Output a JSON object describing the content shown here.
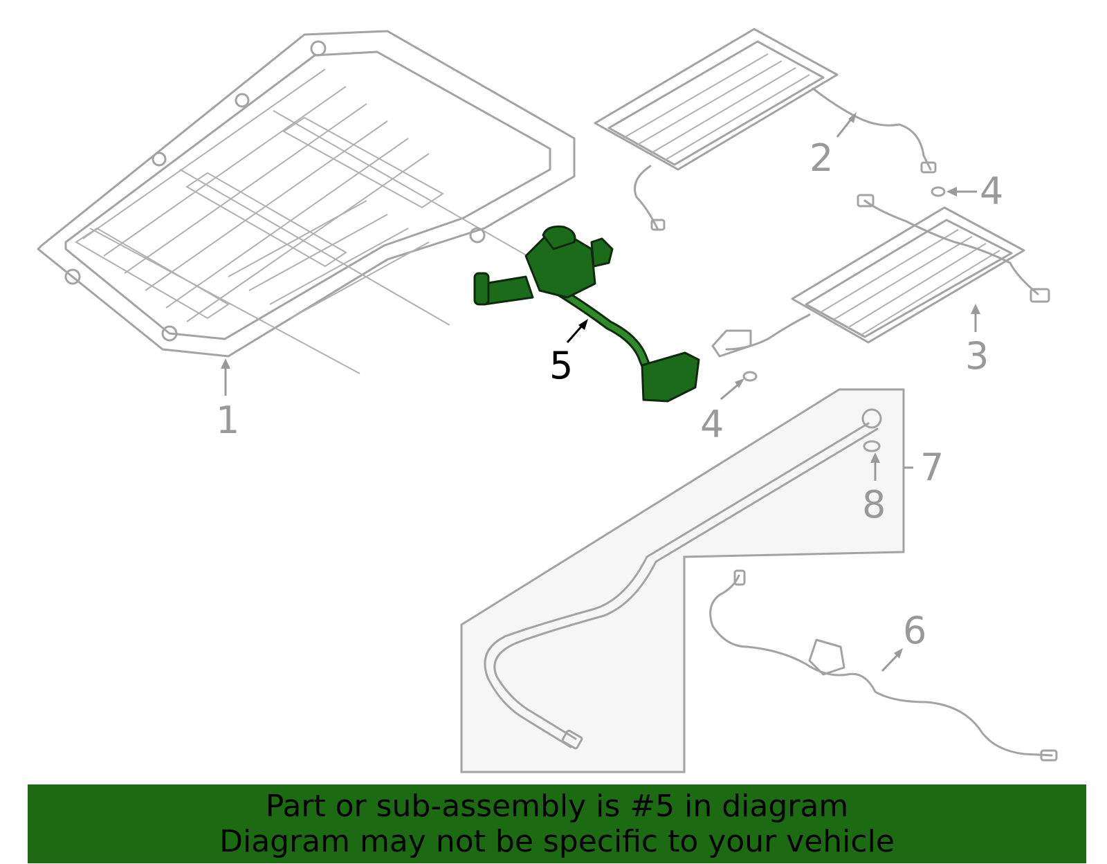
{
  "callouts": {
    "c1": "1",
    "c2": "2",
    "c3": "3",
    "c4a": "4",
    "c4b": "4",
    "c5": "5",
    "c6": "6",
    "c7": "7",
    "c8": "8"
  },
  "banner": {
    "line1": "Part or sub-assembly is #5 in diagram",
    "line2": "Diagram may not be specific to your vehicle"
  },
  "colors": {
    "highlight_part": "#1b6b1b",
    "banner_background": "#1c6b12",
    "outline": "#a3a3a3",
    "callout_gray": "#999999"
  },
  "highlighted_part": "5"
}
